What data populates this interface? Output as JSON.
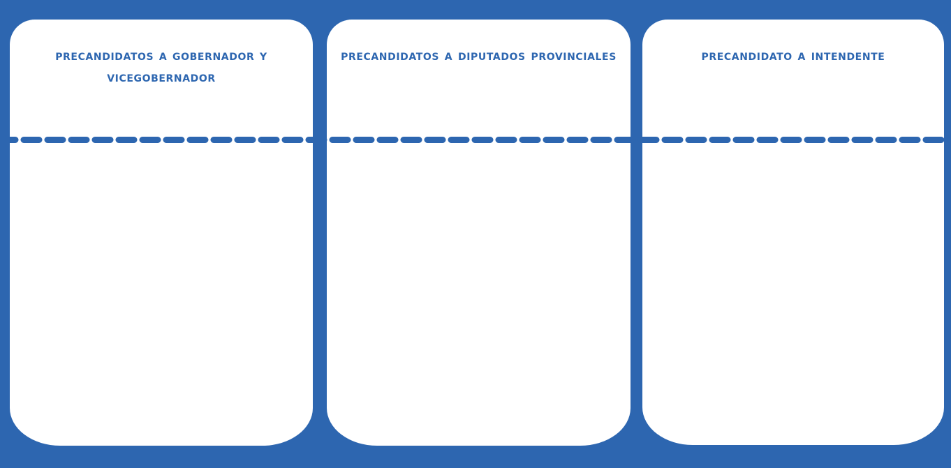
{
  "sheet": {
    "name": "ballot-sheet",
    "background_color": "#2d66b0",
    "card_color": "#ffffff",
    "accent_color": "#2d66b0"
  },
  "fold_line": {
    "name": "perforation-line",
    "style": "dashed",
    "color": "#2d66b0"
  },
  "cards": [
    {
      "id": "gobernador",
      "heading": "PRECANDIDATOS A GOBERNADOR Y VICEGOBERNADOR",
      "body": ""
    },
    {
      "id": "diputados",
      "heading": "PRECANDIDATOS A DIPUTADOS PROVINCIALES",
      "body": ""
    },
    {
      "id": "intendente",
      "heading": "PRECANDIDATO A INTENDENTE",
      "body": ""
    }
  ]
}
